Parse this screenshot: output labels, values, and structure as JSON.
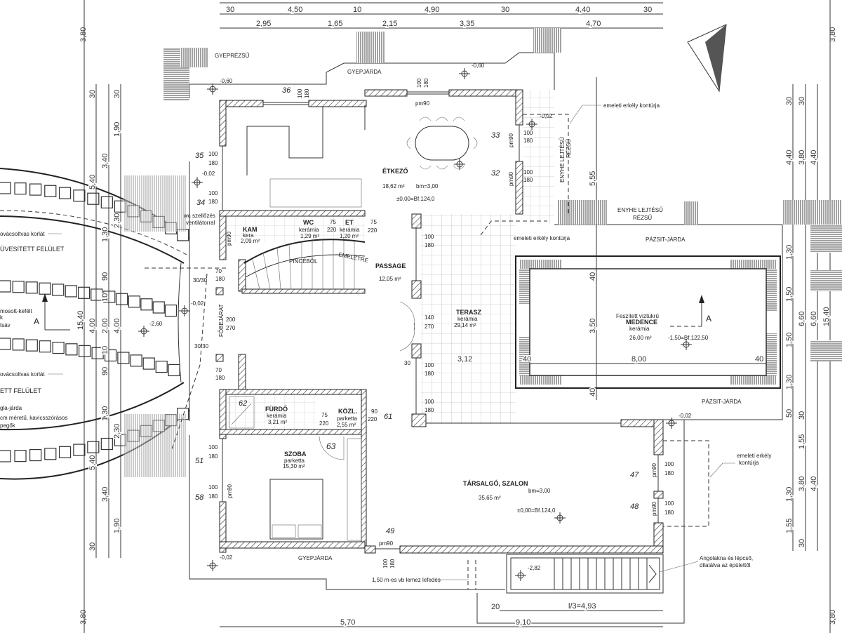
{
  "title": "Földszinti alaprajz",
  "top_dims": {
    "row1": [
      "30",
      "4,50",
      "10",
      "4,90",
      "30",
      "4,40",
      "30"
    ],
    "row2": [
      "2,95",
      "1,65",
      "2,15",
      "3,35",
      "4,70"
    ]
  },
  "side_dims": {
    "corner": "3,80"
  },
  "left_dims": [
    "15,40",
    "4,00",
    "2,00",
    "4,00",
    "90",
    "90",
    "1,30",
    "1,30",
    "5,40",
    "5,40",
    "3,40",
    "3,40",
    "1,90",
    "1,90",
    "30",
    "30",
    "30",
    "2,30",
    "2,30",
    "10",
    "10"
  ],
  "right_dims": [
    "30",
    "4,40",
    "3,80",
    "4,40",
    "1,30",
    "1,50",
    "6,60",
    "6,60",
    "15,40",
    "1,50",
    "1,30",
    "50",
    "30",
    "1,55",
    "3,80",
    "1,30",
    "4,40",
    "1,55",
    "30",
    "50",
    "30"
  ],
  "site": {
    "lawn_slope": "GYEPRÉZSŰ",
    "lawn_path_top": "GYEPJÁRDA",
    "lawn_path_bottom": "GYEPJÁRDA",
    "lawn_walk_1": "PÁZSIT-JÁRDA",
    "lawn_walk_2": "PÁZSIT-JÁRDA",
    "slope_1": "ENYHE LEJTÉSŰ",
    "slope_2": "RÉZSŰ",
    "slope_vertical_1": "ENYHE LEJTÉSŰ",
    "slope_vertical_2": "RÉZSŰ",
    "level_a": "-0,60",
    "level_b": "-0,60",
    "level_c": "-0,02",
    "level_d": "-0,02",
    "level_e": "-2,60",
    "level_f": "-0,02",
    "level_g": "-0,02",
    "level_h": "-2,82",
    "level_i": "-0,02",
    "pillar_1": "30/30",
    "pillar_2": "30/30",
    "main_entrance": "FŐBEJÁRAT",
    "wc_vent_1": "wc szellőzés",
    "wc_vent_2": "ventilátorral"
  },
  "left_notes": {
    "railing_1": "ovácsoltvas korlát",
    "glazed_1": "ÜVESÍTETT FELÜLET",
    "washed_1": "mosott-kefélt",
    "washed_2": "k",
    "washed_3": "tsáv",
    "railing_2": "ovácsoltvas korlát",
    "glazed_2": "ETT FELÜLET",
    "walk_1": "gla-járda",
    "walk_2": "cm méretű, kavicsszórásos",
    "walk_3": "pegők"
  },
  "rooms": {
    "dining": {
      "name": "ÉTKEZŐ",
      "area": "18,62 m²",
      "height": "bm=3,00",
      "level": "±0,00=Bf.124,0"
    },
    "pantry": {
      "name": "KAM",
      "floor": "kera",
      "area": "2,09 m²"
    },
    "wc": {
      "name": "WC",
      "floor": "kerámia",
      "area": "1,29 m²"
    },
    "et": {
      "name": "ET",
      "floor": "kerámia",
      "area": "1,20 m²"
    },
    "stairs_down": "PINCÉBŐL",
    "stairs_up": "EMELETRE",
    "passage": {
      "name": "PASSAGE",
      "area": "12,05 m²"
    },
    "terrace": {
      "name": "TERASZ",
      "floor": "kerámia",
      "area": "29,14 m²"
    },
    "bath": {
      "name": "FÜRDŐ",
      "floor": "kerámia",
      "area": "3,21 m²"
    },
    "hall": {
      "name": "KÖZL.",
      "floor": "parketta",
      "area": "2,55 m²"
    },
    "bedroom": {
      "name": "SZOBA",
      "floor": "parketta",
      "area": "15,30 m²"
    },
    "living": {
      "name": "TÁRSALGÓ, SZALON",
      "area": "35,65 m²",
      "height": "bm=3,00",
      "level": "±0,00=Bf.124,0"
    },
    "pool": {
      "l1": "Feszített víztükrű",
      "name": "MEDENCE",
      "floor": "kerámia",
      "area": "26,00 m²",
      "level": "-1,50=Bf.122,50"
    }
  },
  "openings": {
    "w100": "100",
    "w180": "180",
    "pm90": "pm90",
    "w70": "70",
    "w200": "200",
    "w270": "270",
    "w140": "140",
    "w75": "75",
    "w220": "220",
    "w90": "90",
    "w30": "30"
  },
  "pool_dims": {
    "len": "8,00",
    "w": "3,50",
    "b1": "40",
    "b2": "40",
    "b3": "40",
    "b4": "40",
    "side": "5,55",
    "terr": "3,12"
  },
  "annotations": {
    "balcony_1": "emeleti erkély kontúrja",
    "balcony_2": "emeleti erkély kontúrja",
    "balcony_3a": "emeleti erkély",
    "balcony_3b": "kontúrja",
    "area_well_1": "Angolakna és lépcső,",
    "area_well_2": "dilatálva az épülettől",
    "slab": "1,50 m-es vb lemez lefedés"
  },
  "bottom_dims": {
    "d20": "20",
    "stair": "l/3=4,93",
    "d910": "9,10",
    "d570": "5,70"
  },
  "section": {
    "left": "A",
    "right": "A"
  },
  "handwritten": [
    "36",
    "35",
    "34",
    "33",
    "32",
    "51",
    "58",
    "63",
    "49",
    "47",
    "48",
    "61",
    "62"
  ]
}
